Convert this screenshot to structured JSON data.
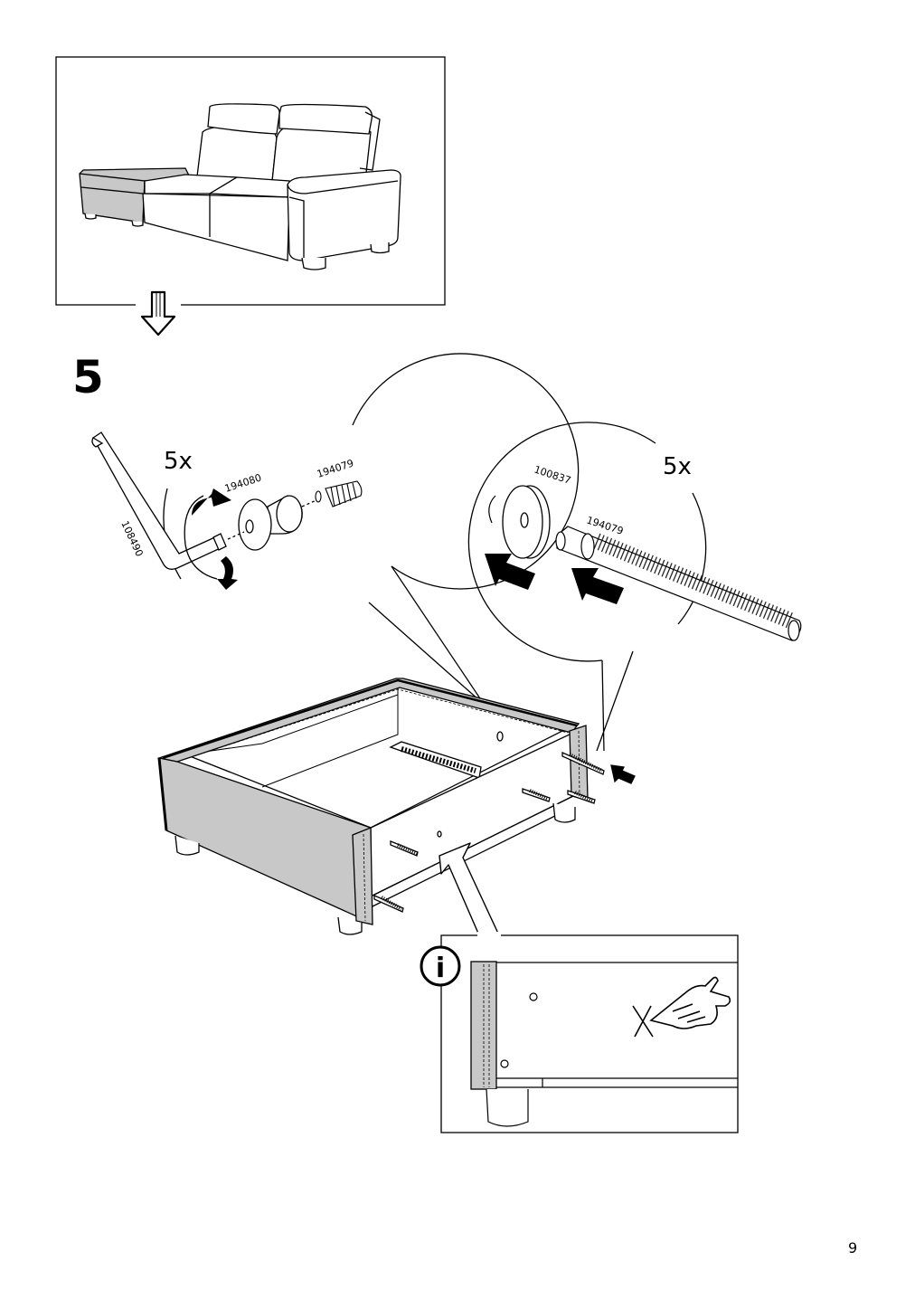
{
  "step": {
    "number": "5"
  },
  "page_number": "9",
  "callouts": {
    "left": {
      "quantity": "5x",
      "part_tool": "108490",
      "part_barrel": "194080",
      "part_insert": "194079"
    },
    "right": {
      "quantity": "5x",
      "part_washer": "100837",
      "part_bolt": "194079"
    }
  },
  "info": {
    "icon_label": "i"
  },
  "colors": {
    "fabric_gray": "#c8c8c8",
    "line": "#000000"
  }
}
